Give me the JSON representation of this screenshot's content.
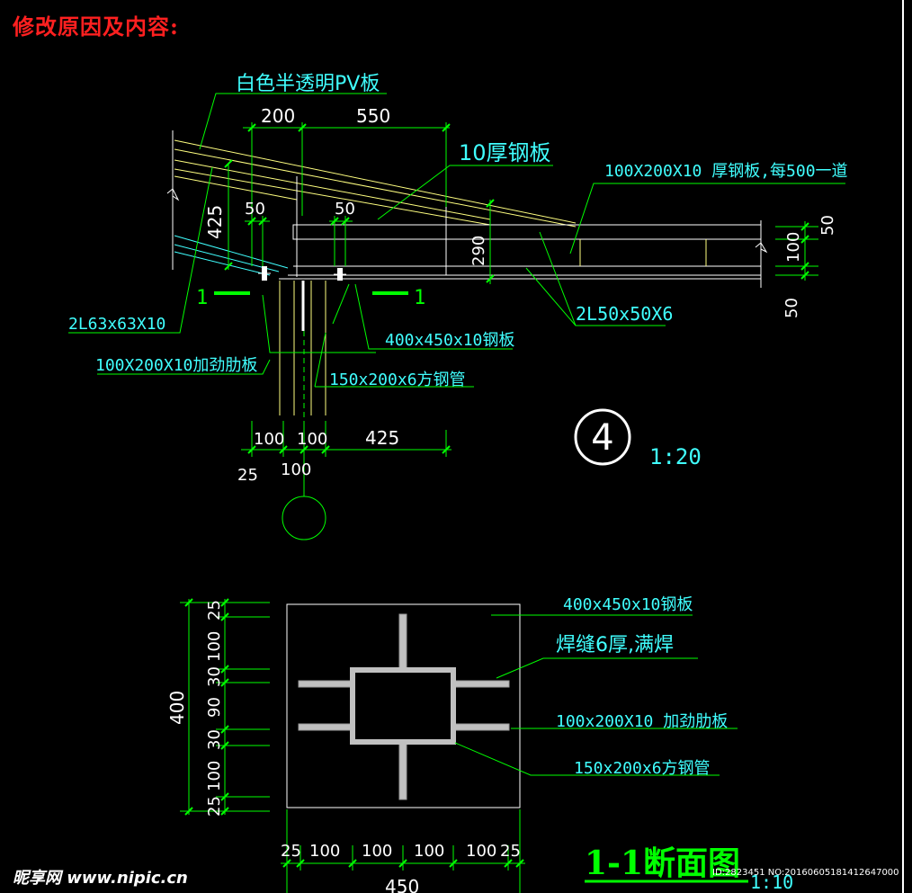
{
  "heading": "修改原因及内容:",
  "detail4": {
    "material_labels": {
      "pv_sheet": "白色半透明PV板",
      "thick_plate": "10厚钢板",
      "plate_note": "100X200X10 厚钢板,每500一道",
      "angle_left": "2L63x63X10",
      "angle_right": "2L50x50X6",
      "base_plate": "400x450x10钢板",
      "stiffener": "100X200X10加劲肋板",
      "tube": "150x200x6方钢管"
    },
    "dims": {
      "d200": "200",
      "d550": "550",
      "d425v": "425",
      "d50a": "50",
      "d50b": "50",
      "d290": "290",
      "d50r1": "50",
      "d100r": "100",
      "d50r2": "50",
      "b100a": "100",
      "b100b": "100",
      "b425": "425",
      "b25": "25",
      "b100c": "100"
    },
    "section_mark_left": "1",
    "section_mark_right": "1",
    "detail_number": "4",
    "scale": "1:20"
  },
  "section11": {
    "labels": {
      "base_plate": "400x450x10钢板",
      "weld": "焊缝6厚,满焊",
      "stiffener": "100x200X10 加劲肋板",
      "tube": "150x200x6方钢管"
    },
    "vertical_dims": [
      "25",
      "100",
      "30",
      "90",
      "30",
      "100",
      "25"
    ],
    "vertical_total": "400",
    "horizontal_dims": [
      "25",
      "100",
      "100",
      "100",
      "100",
      "25"
    ],
    "horizontal_total": "450",
    "title": "1-1断面图",
    "scale": "1:10"
  },
  "watermark": {
    "site": "昵享网 www.nipic.cn",
    "id": "ID:2823451 NO:20160605181412647000"
  },
  "colors": {
    "background": "#000000",
    "dim_green": "#00ff00",
    "text_cyan": "#40ffff",
    "structure": "#ffff80",
    "white": "#ffffff",
    "heading_red": "#ff2020"
  }
}
